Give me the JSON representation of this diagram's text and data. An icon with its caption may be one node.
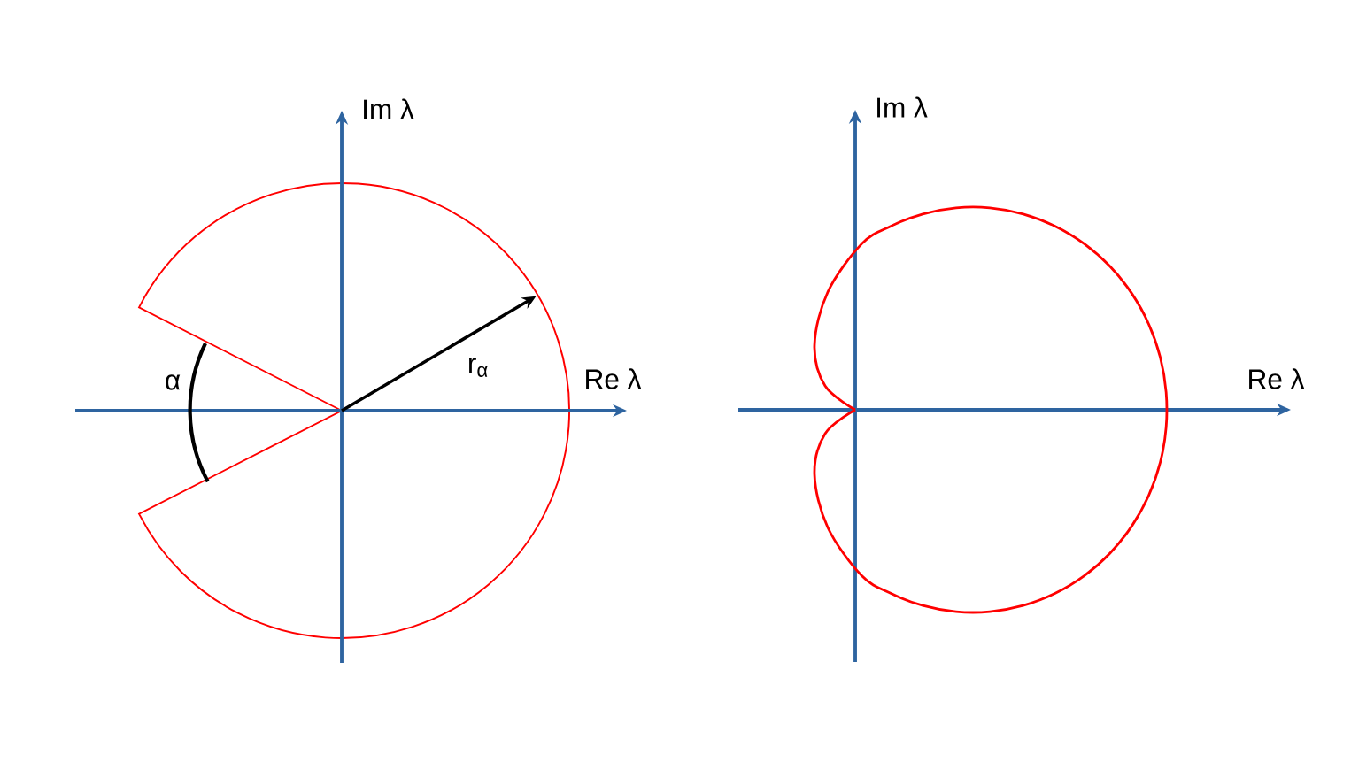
{
  "diagram": {
    "labels": [
      "Im λ",
      "Re λ",
      "α",
      "r$_{α}$",
      "Im λ",
      "Re λ"
    ]
  }
}
